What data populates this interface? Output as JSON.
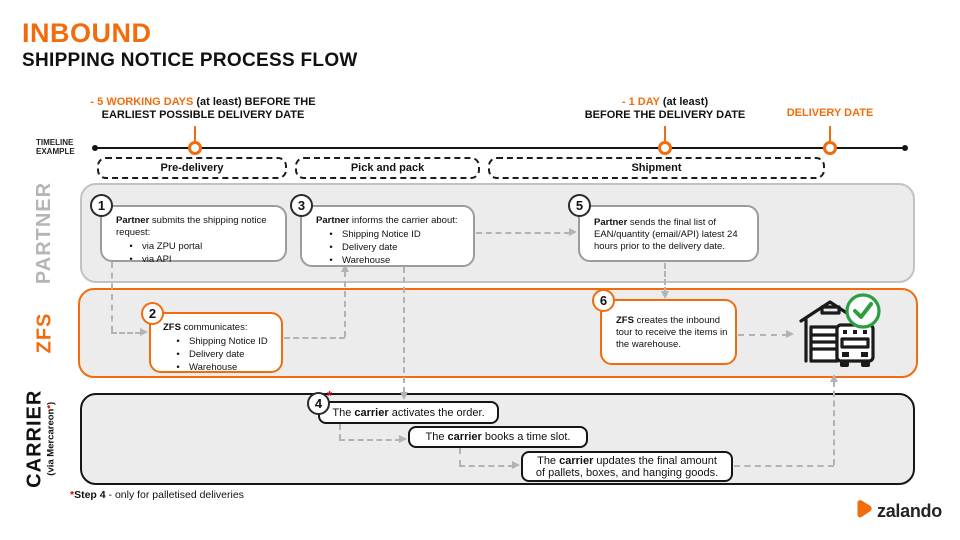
{
  "header": {
    "title": "INBOUND",
    "subtitle": "SHIPPING NOTICE PROCESS FLOW"
  },
  "timeline": {
    "label_line1": "TIMELINE",
    "label_line2": "EXAMPLE",
    "milestones": [
      {
        "highlight": "- 5 WORKING DAYS",
        "rest": " (at least) BEFORE THE",
        "line2": "EARLIEST POSSIBLE DELIVERY DATE"
      },
      {
        "highlight": "- 1 DAY",
        "rest": " (at least)",
        "line2": "BEFORE THE DELIVERY DATE"
      },
      {
        "highlight": "DELIVERY DATE",
        "rest": "",
        "line2": ""
      }
    ],
    "phases": [
      "Pre-delivery",
      "Pick and pack",
      "Shipment"
    ]
  },
  "lanes": {
    "partner": "PARTNER",
    "zfs": "ZFS",
    "carrier": "CARRIER",
    "carrier_sub_pre": "(via Mercareon",
    "carrier_sub_ast": "*",
    "carrier_sub_post": ")"
  },
  "steps": {
    "s1": {
      "num": "1",
      "lead": "Partner",
      "text": " submits the shipping notice request:",
      "bullets": [
        "via ZPU portal",
        "via API"
      ]
    },
    "s2": {
      "num": "2",
      "lead": "ZFS",
      "text": " communicates:",
      "bullets": [
        "Shipping Notice ID",
        "Delivery date",
        "Warehouse"
      ]
    },
    "s3": {
      "num": "3",
      "lead": "Partner",
      "text": " informs the carrier about:",
      "bullets": [
        "Shipping Notice ID",
        "Delivery date",
        "Warehouse"
      ]
    },
    "s4": {
      "num": "4",
      "ast": "*",
      "pre": "The ",
      "lead": "carrier",
      "text": " activates the order."
    },
    "s4b": {
      "pre": "The ",
      "lead": "carrier",
      "text": " books a time slot."
    },
    "s4c": {
      "pre": "The ",
      "lead": "carrier",
      "text": " updates the final amount of pallets, boxes, and hanging goods."
    },
    "s5": {
      "num": "5",
      "lead": "Partner",
      "text": " sends the final list of EAN/quantity (email/API) latest 24 hours prior to the delivery date."
    },
    "s6": {
      "num": "6",
      "lead": "ZFS",
      "text": " creates the inbound tour to receive the items in the warehouse."
    }
  },
  "footnote": {
    "ast": "*",
    "bold": "Step 4",
    "rest": " - only for palletised deliveries"
  },
  "logo": {
    "wordmark": "zalando"
  },
  "icons": {
    "warehouse": "warehouse-truck-icon",
    "check": "success-check-icon",
    "logo_mark": "zalando-triangle-icon"
  },
  "colors": {
    "orange": "#F26C0D",
    "lane_gray": "#ECECEC",
    "green": "#2B9E3F",
    "red": "#E00000"
  }
}
